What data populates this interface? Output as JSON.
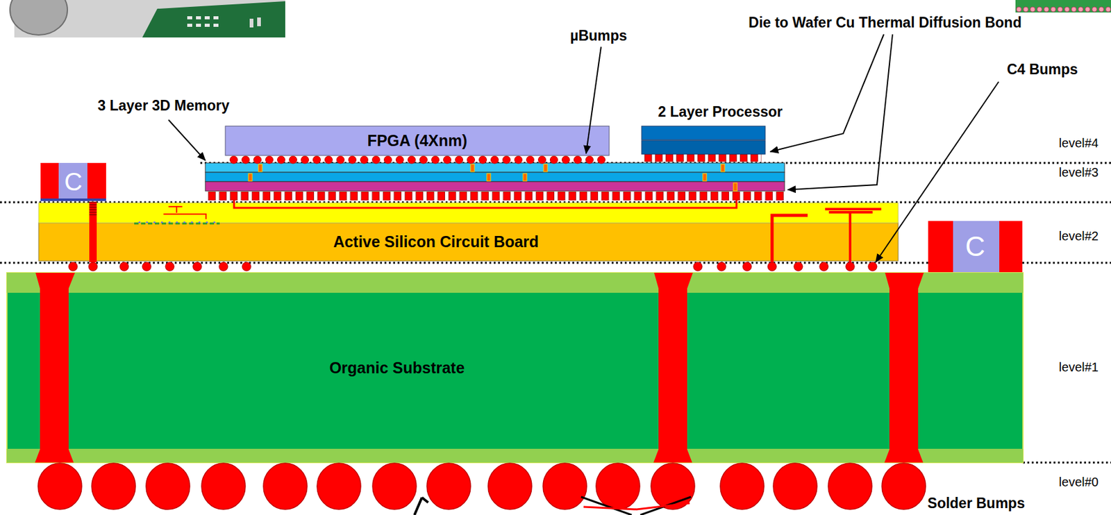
{
  "diagram": {
    "nodes": [
      {
        "text": [
          "FPGA (4Xnm)"
        ]
      },
      {
        "text": [
          "C"
        ]
      },
      {
        "text": [
          "Active Silicon Circuit Board"
        ]
      },
      {
        "text": [
          "C"
        ]
      },
      {
        "text": [
          "Organic Substrate"
        ]
      }
    ],
    "labels": [
      "Die to Wafer Cu Thermal Diffusion Bond",
      "µBumps",
      "C4 Bumps",
      "3 Layer 3D Memory",
      "2 Layer Processor",
      "level#4",
      "level#3",
      "level#2",
      "level#1",
      "level#0",
      "Solder Bumps"
    ]
  }
}
